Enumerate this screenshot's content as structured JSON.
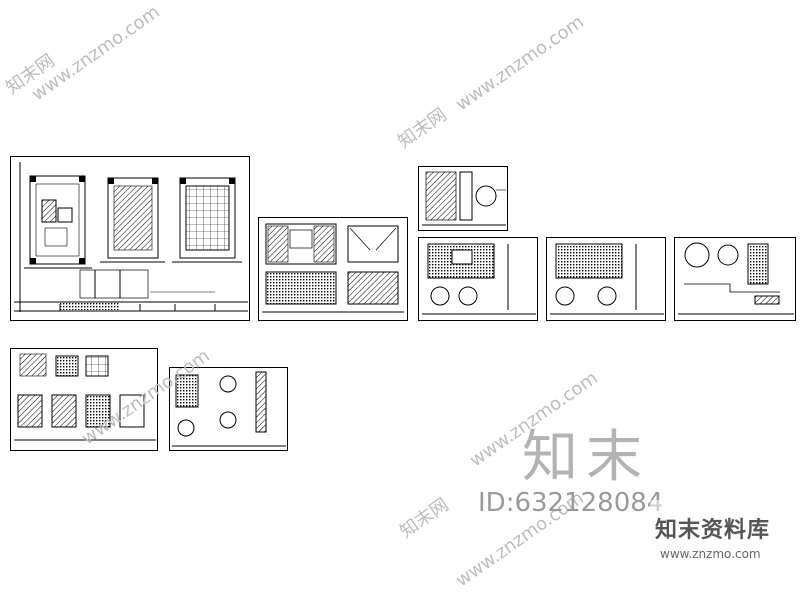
{
  "watermarks": {
    "cn": "知末网",
    "url": "www.znzmo.com"
  },
  "big_mark": "知末",
  "id_label": "ID:632128084",
  "logo": {
    "name": "知末资料库",
    "url": "www.znzmo.com"
  }
}
